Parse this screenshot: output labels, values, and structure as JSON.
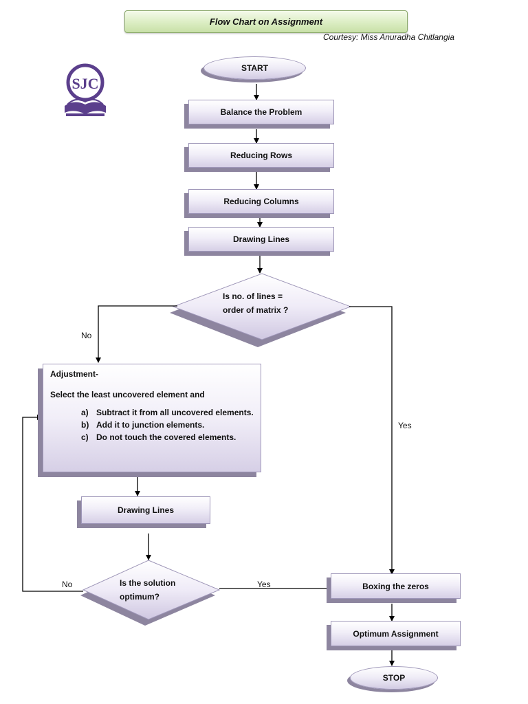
{
  "header": {
    "title": "Flow Chart on Assignment",
    "courtesy": "Courtesy: Miss Anuradha Chitlangia"
  },
  "logo": {
    "text": "SJC"
  },
  "nodes": {
    "start": "START",
    "balance": "Balance the Problem",
    "reduce_rows": "Reducing Rows",
    "reduce_cols": "Reducing Columns",
    "drawing_lines_1": "Drawing Lines",
    "decision_1": [
      "Is no. of lines =",
      "order of  matrix ?"
    ],
    "adjustment": {
      "heading": "Adjustment-",
      "intro": "Select the least uncovered element and",
      "items": [
        {
          "key": "a)",
          "text": "Subtract it from all uncovered elements."
        },
        {
          "key": "b)",
          "text": "Add it to junction elements."
        },
        {
          "key": "c)",
          "text": "Do not touch the covered elements."
        }
      ]
    },
    "drawing_lines_2": "Drawing Lines",
    "decision_2": [
      "Is the solution",
      "optimum?"
    ],
    "boxing": "Boxing the zeros",
    "optimum": "Optimum Assignment",
    "stop": "STOP"
  },
  "edge_labels": {
    "d1_no": "No",
    "d1_yes": "Yes",
    "d2_no": "No",
    "d2_yes": "Yes"
  },
  "colors": {
    "node_border": "#9e96b8",
    "node_shadow": "#8d859f",
    "title_fill": "#d9ecbf",
    "logo": "#5b3f8c"
  }
}
